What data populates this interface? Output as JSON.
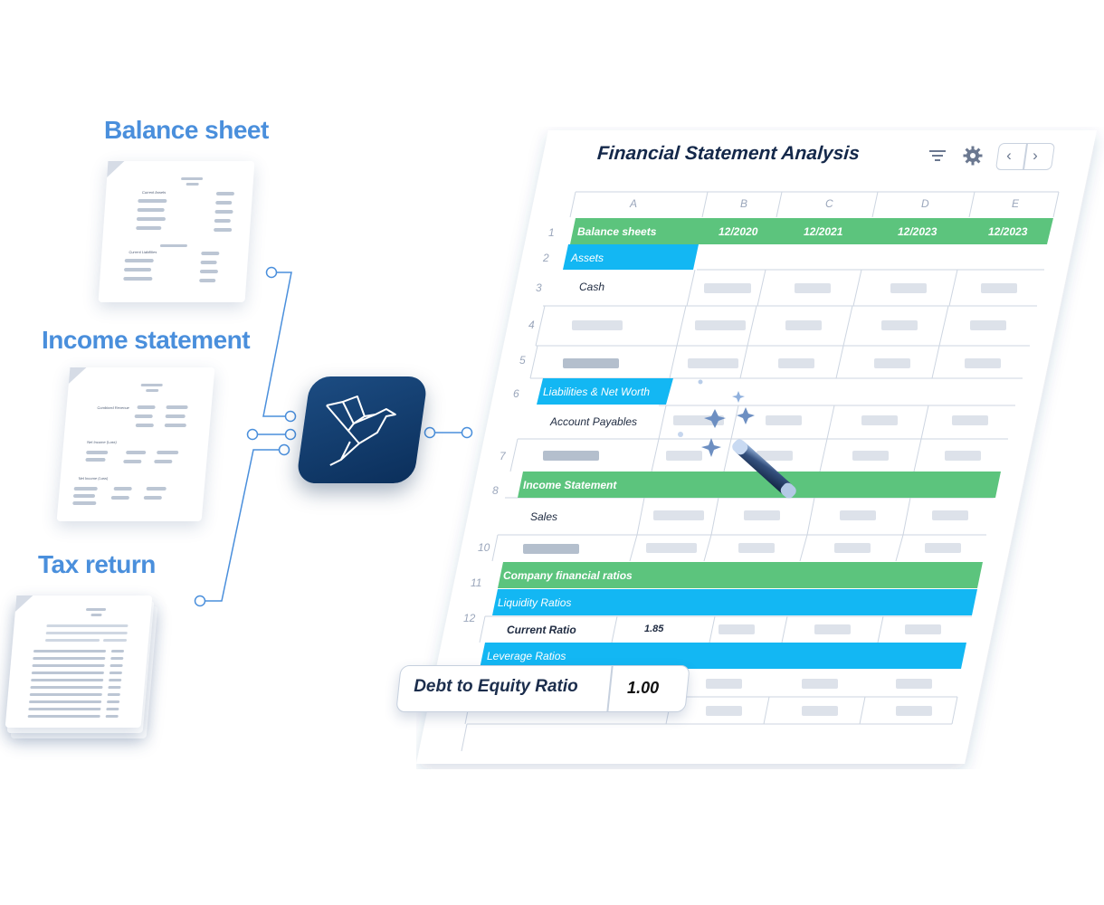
{
  "documents": {
    "balance_sheet": {
      "label": "Balance sheet",
      "sub1": "Current Assets",
      "sub2": "Current Liabilities"
    },
    "income_statement": {
      "label": "Income statement",
      "sub1": "Combined Revenue",
      "sub2": "Net Income (Loss)",
      "sub3": "Net Income (Loss)"
    },
    "tax_return": {
      "label": "Tax return"
    }
  },
  "sheet": {
    "title": "Financial Statement Analysis",
    "columns": [
      "A",
      "B",
      "C",
      "D",
      "E"
    ],
    "dates": [
      "12/2020",
      "12/2021",
      "12/2023",
      "12/2023"
    ],
    "row_numbers": [
      "1",
      "2",
      "3",
      "4",
      "5",
      "6",
      "7",
      "8",
      "10",
      "11",
      "12"
    ],
    "rows": {
      "balance_sheets": "Balance sheets",
      "assets": "Assets",
      "cash": "Cash",
      "liabilities": "Liabilities & Net Worth",
      "account_payables": "Account Payables",
      "income_statement": "Income Statement",
      "sales": "Sales",
      "company_ratios": "Company financial ratios",
      "liquidity_ratios": "Liquidity Ratios",
      "current_ratio": "Current Ratio",
      "current_ratio_value": "1.85",
      "leverage_ratios": "Leverage Ratios"
    }
  },
  "ratio_card": {
    "label": "Debt to Equity Ratio",
    "value": "1.00"
  },
  "icons": [
    "filter-icon",
    "gear-icon",
    "chevron-left-icon",
    "chevron-right-icon",
    "origami-bird-logo-icon",
    "magic-wand-icon",
    "sparkle-icon"
  ],
  "colors": {
    "green_header": "#5cc47d",
    "blue_header": "#13b7f3",
    "label_blue": "#4a8fdc",
    "logo_navy": "#0b2f5b"
  }
}
